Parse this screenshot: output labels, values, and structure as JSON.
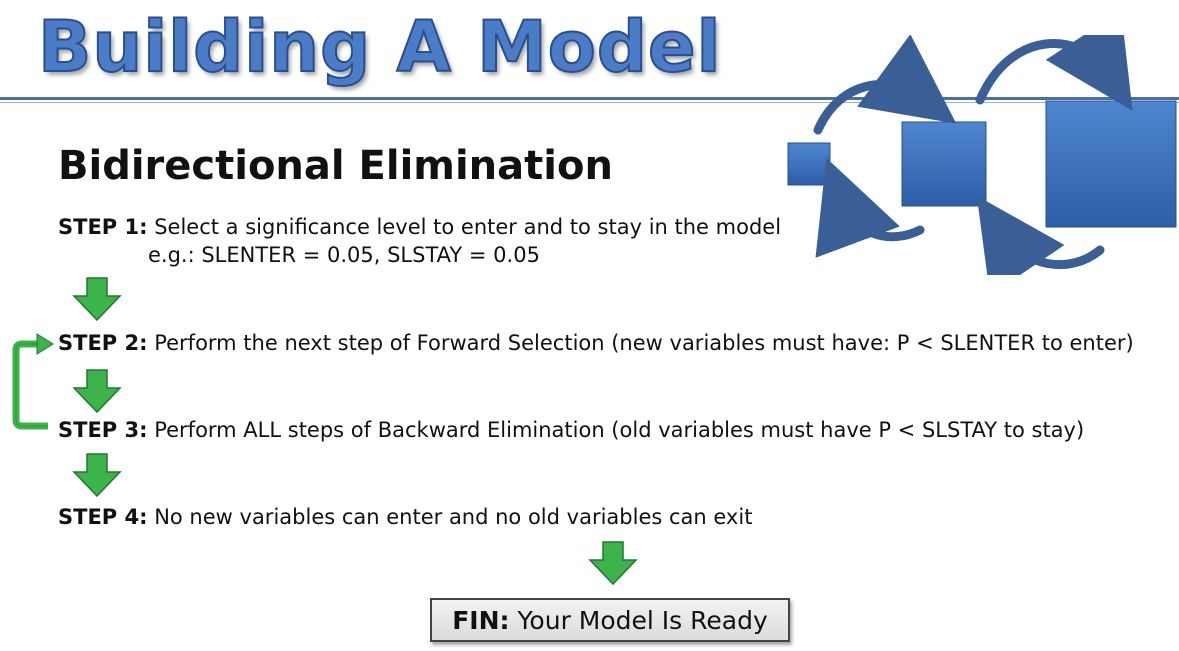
{
  "header": {
    "title": "Building A Model"
  },
  "section": {
    "subtitle": "Bidirectional Elimination"
  },
  "steps": [
    {
      "label": "STEP 1:",
      "text": "Select a significance level to enter and to stay in the model",
      "example": "e.g.: SLENTER = 0.05, SLSTAY = 0.05"
    },
    {
      "label": "STEP 2:",
      "text": "Perform the next step of Forward Selection (new variables must have: P < SLENTER to enter)"
    },
    {
      "label": "STEP 3:",
      "text": "Perform ALL steps of Backward Elimination (old variables must have P < SLSTAY to stay)"
    },
    {
      "label": "STEP 4:",
      "text": "No new variables can enter and no old variables can exit"
    }
  ],
  "fin": {
    "label": "FIN:",
    "text": "Your Model Is Ready"
  },
  "icons": {
    "down_arrow": "green-down-arrow-icon",
    "loop_arrow": "green-loop-arrow-icon",
    "growth_graphic": "growing-squares-cycle-graphic"
  },
  "colors": {
    "title_blue": "#4a7cc7",
    "arrow_green": "#3cb44b",
    "square_blue": "#3a6fbd"
  }
}
